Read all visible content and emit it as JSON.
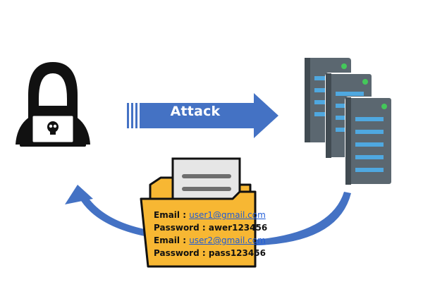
{
  "diagram": {
    "attack_label": "Attack",
    "credentials": [
      {
        "key": "Email : ",
        "value": "user1@gmail.com",
        "link": true
      },
      {
        "key": "Password : ",
        "value": "awer123456",
        "link": false
      },
      {
        "key": "Email : ",
        "value": "user2@gmail.com",
        "link": true
      },
      {
        "key": "Password : ",
        "value": "pass123456",
        "link": false
      }
    ],
    "icons": [
      "hacker-icon",
      "attack-arrow-icon",
      "server-stack-icon",
      "folder-icon",
      "document-icon",
      "return-arrow-icon"
    ],
    "colors": {
      "arrow_blue": "#4472C4",
      "server_gray": "#5b6770",
      "server_slot": "#4fa8e0",
      "server_led": "#44c85a",
      "folder_yellow": "#f7b733",
      "document_gray": "#e6e6e6"
    }
  }
}
